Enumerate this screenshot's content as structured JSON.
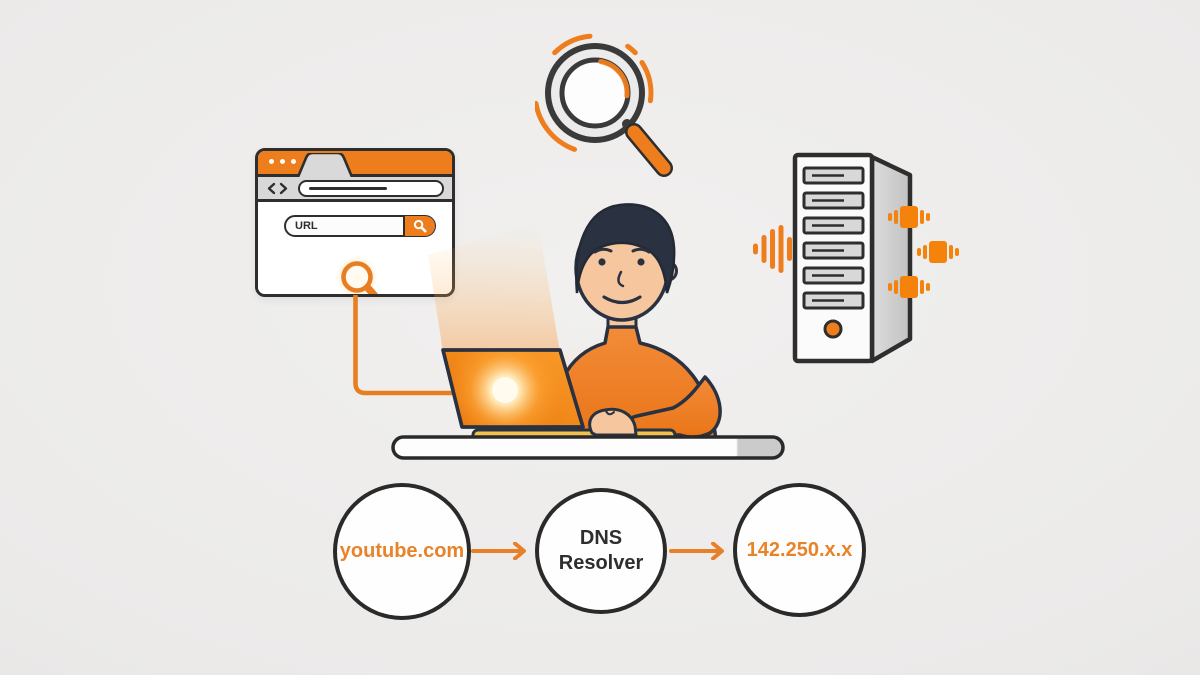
{
  "browser": {
    "url_label": "URL"
  },
  "flow": {
    "nodes": [
      {
        "label": "youtube.com",
        "text_color": "#E8832A"
      },
      {
        "label": "DNS Resolver",
        "text_color": "#2E2E2E"
      },
      {
        "label": "142.250.x.x",
        "text_color": "#E8832A"
      }
    ],
    "arrow_color": "#E8802A"
  },
  "colors": {
    "accent_orange": "#EE7D1E",
    "outline_dark": "#2E2E2E",
    "background_gray": "#ECEBEA",
    "toolbar_gray": "#D8D8D8",
    "skin_tone": "#F6C79E",
    "hair_dark": "#2A3140",
    "laptop_glow": "#FFE9B8"
  },
  "icons": {
    "browser": "browser-window-icon",
    "magnifier": "magnifying-glass-icon",
    "server": "server-tower-icon",
    "signal": "signal-bars-icon",
    "packets": "data-packet-icon",
    "person": "person-at-laptop-illustration"
  }
}
